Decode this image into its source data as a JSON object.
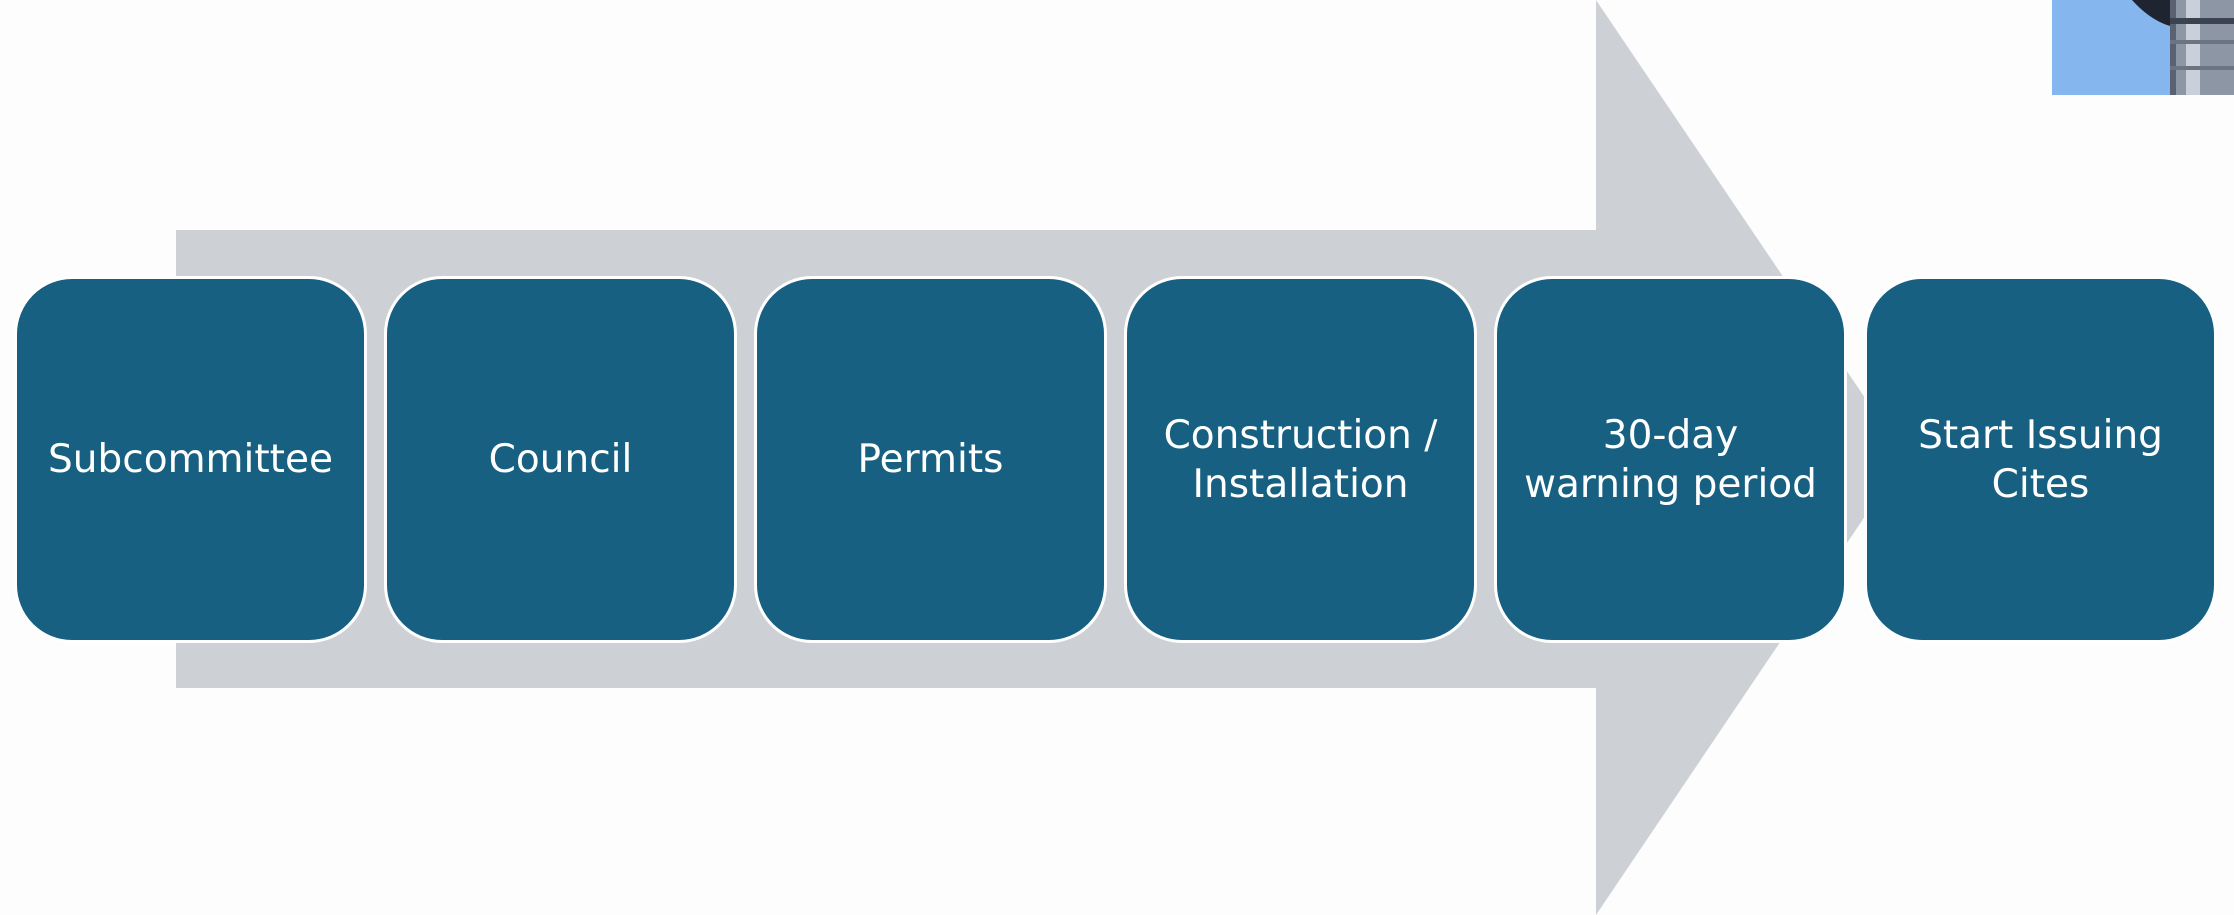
{
  "diagram": {
    "type": "process-arrow",
    "steps": [
      {
        "label": "Subcommittee"
      },
      {
        "label": "Council"
      },
      {
        "label": "Permits"
      },
      {
        "label": "Construction /\nInstallation"
      },
      {
        "label": "30-day\nwarning period"
      },
      {
        "label": "Start Issuing\nCites"
      }
    ]
  },
  "colors": {
    "step_fill": "#176081",
    "step_border": "#ffffff",
    "step_text": "#ffffff",
    "arrow_fill": "#cdd1d6",
    "background": "#fdfdfd"
  },
  "photo": {
    "icon": "street-pole-photo"
  }
}
